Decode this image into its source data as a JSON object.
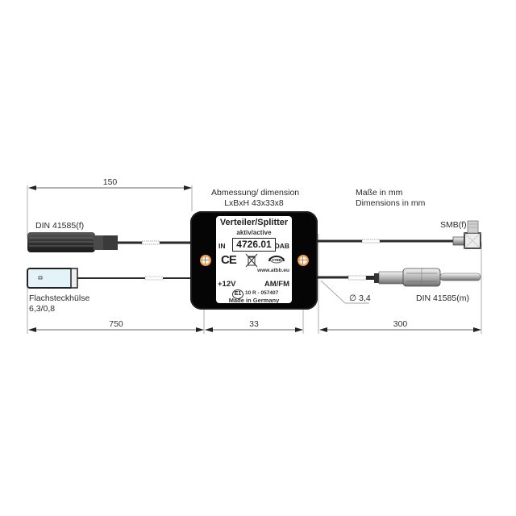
{
  "diagram": {
    "title_de": "Abmessung/ dimension",
    "dimensions_label": "LxBxH 43x33x8",
    "units_de": "Maße in mm",
    "units_en": "Dimensions in mm",
    "device": {
      "title": "Verteiler/Splitter",
      "subtitle": "aktiv/active",
      "input_label": "IN",
      "output_label_dab": "DAB",
      "part_number": "4726.01",
      "ce_mark": "CE",
      "weee_icon": "crossed-bin",
      "brand_logo": "ATBB",
      "website": "www.atbb.eu",
      "power_label": "+12V",
      "output_label_amfm": "AM/FM",
      "approval_mark": "E1",
      "approval_number": "10 R - 057407",
      "origin": "Made in Germany"
    },
    "connectors": {
      "top_left": "DIN 41585(f)",
      "bottom_left_line1": "Flachsteckhülse",
      "bottom_left_line2": "6,3/0,8",
      "top_right": "SMB(f)",
      "bottom_right": "DIN 41585(m)"
    },
    "measurements": {
      "top_left_cable": "150",
      "bottom_left_cable": "750",
      "device_width": "33",
      "right_cable": "300",
      "cable_diameter": "∅ 3,4"
    },
    "colors": {
      "device_body": "#050505",
      "label_plate": "#ffffff",
      "screw": "#f3a552",
      "cable": "#2a2a2a",
      "dimension_line": "#444444",
      "flat_connector_fill": "#e4f3f7"
    }
  }
}
